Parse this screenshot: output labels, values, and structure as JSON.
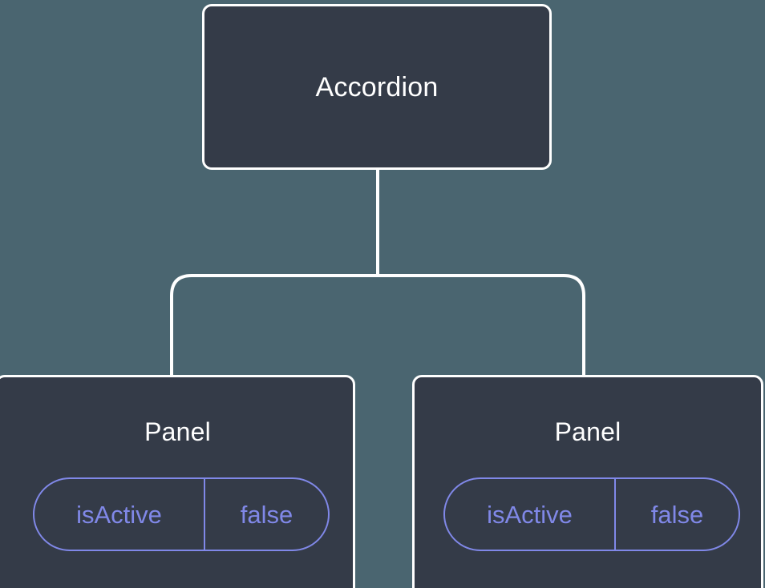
{
  "diagram": {
    "type": "component-tree",
    "background_color": "#4a6570",
    "node_fill_color": "#343b48",
    "node_border_color": "#ffffff",
    "edge_color": "#ffffff",
    "accent_color": "#8088e8",
    "root": {
      "label": "Accordion"
    },
    "children": [
      {
        "label": "Panel",
        "state": {
          "key": "isActive",
          "value": "false"
        }
      },
      {
        "label": "Panel",
        "state": {
          "key": "isActive",
          "value": "false"
        }
      }
    ]
  }
}
